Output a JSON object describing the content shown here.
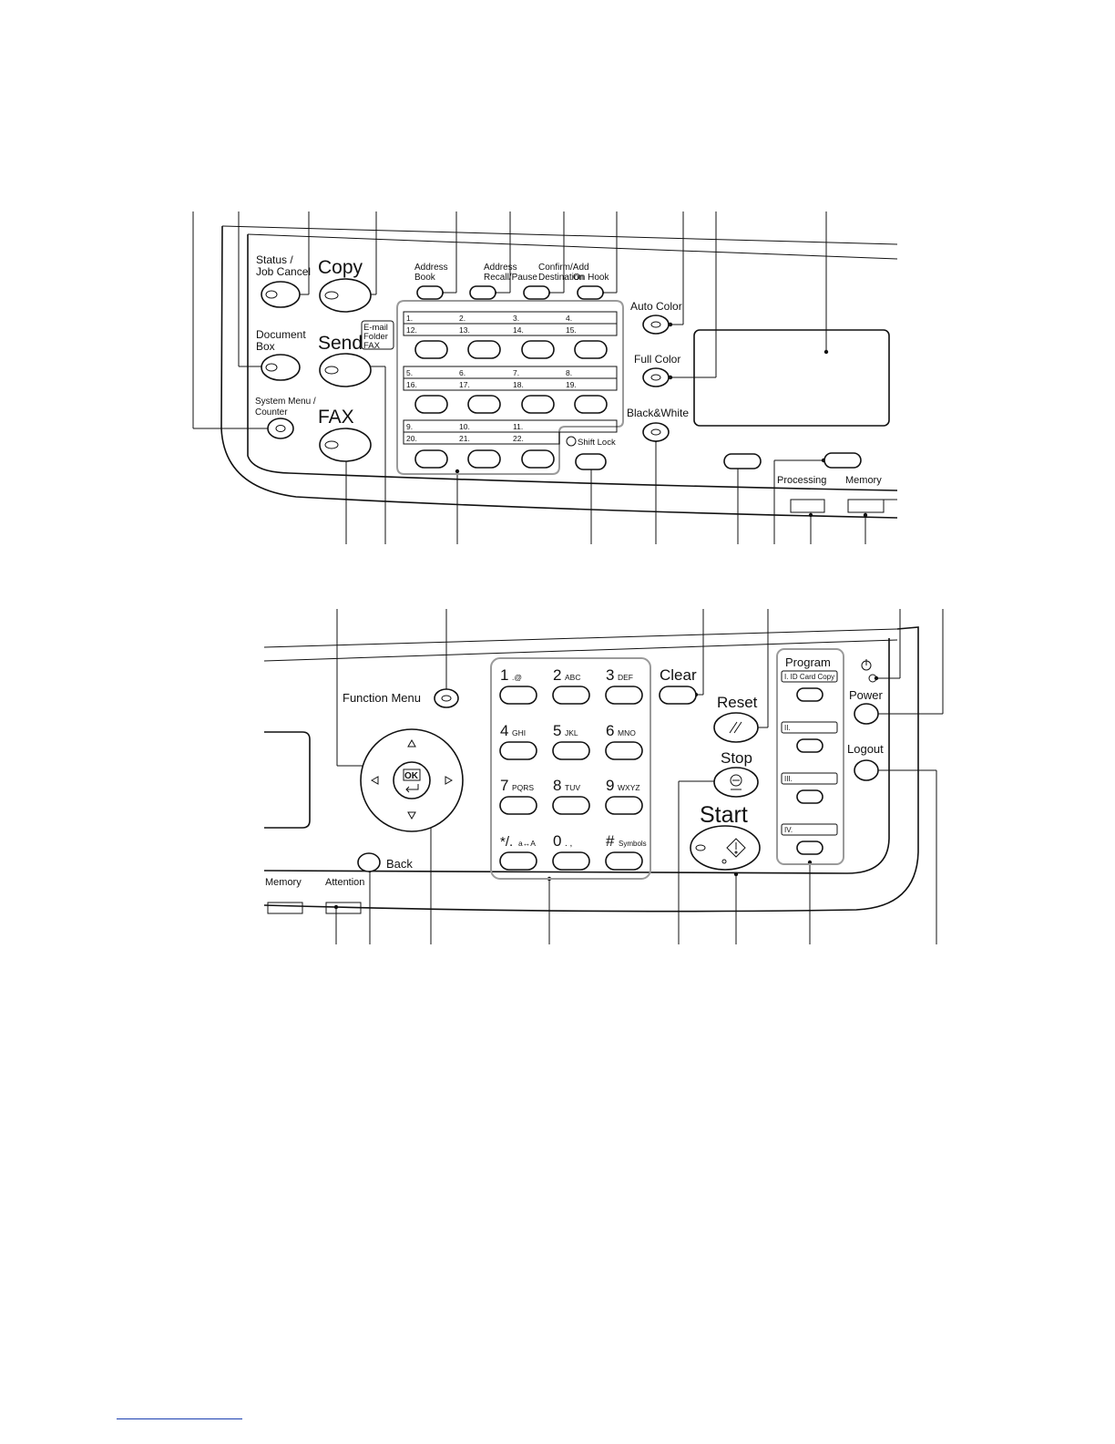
{
  "top_panel": {
    "left_buttons": {
      "status_job_cancel": [
        "Status /",
        "Job Cancel"
      ],
      "document_box": [
        "Document",
        "Box"
      ],
      "system_menu_counter": [
        "System Menu /",
        "Counter"
      ]
    },
    "mode_buttons": {
      "copy": "Copy",
      "send": "Send",
      "send_sub": [
        "E-mail",
        "Folder",
        "FAX"
      ],
      "fax": "FAX"
    },
    "top_row": {
      "address_book": [
        "Address",
        "Book"
      ],
      "address_recall": [
        "Address",
        "Recall/Pause"
      ],
      "confirm_add": [
        "Confirm/Add",
        "Destination"
      ],
      "on_hook": "On Hook"
    },
    "one_touch_rows": [
      {
        "top": [
          "1.",
          "2.",
          "3.",
          "4."
        ],
        "bottom": [
          "12.",
          "13.",
          "14.",
          "15."
        ]
      },
      {
        "top": [
          "5.",
          "6.",
          "7.",
          "8."
        ],
        "bottom": [
          "16.",
          "17.",
          "18.",
          "19."
        ]
      },
      {
        "top": [
          "9.",
          "10.",
          "11."
        ],
        "bottom": [
          "20.",
          "21.",
          "22."
        ]
      }
    ],
    "shift_lock": "Shift Lock",
    "color_buttons": {
      "auto_color": "Auto Color",
      "full_color": "Full Color",
      "black_white": "Black&White"
    },
    "indicators": {
      "processing": "Processing",
      "memory": "Memory"
    }
  },
  "bottom_panel": {
    "function_menu": "Function Menu",
    "ok": "OK",
    "back": "Back",
    "memory": "Memory",
    "attention": "Attention",
    "keypad": [
      {
        "digit": "1",
        "sub": ".@"
      },
      {
        "digit": "2",
        "sub": "ABC"
      },
      {
        "digit": "3",
        "sub": "DEF"
      },
      {
        "digit": "4",
        "sub": "GHI"
      },
      {
        "digit": "5",
        "sub": "JKL"
      },
      {
        "digit": "6",
        "sub": "MNO"
      },
      {
        "digit": "7",
        "sub": "PQRS"
      },
      {
        "digit": "8",
        "sub": "TUV"
      },
      {
        "digit": "9",
        "sub": "WXYZ"
      },
      {
        "digit": "*/.",
        "sub": "a↔A"
      },
      {
        "digit": "0",
        "sub": ". ,"
      },
      {
        "digit": "#",
        "sub": "Symbols"
      }
    ],
    "clear": "Clear",
    "reset": "Reset",
    "stop": "Stop",
    "start": "Start",
    "program": {
      "title": "Program",
      "slots": [
        "I. ID Card Copy",
        "II.",
        "III.",
        "IV."
      ]
    },
    "power": "Power",
    "logout": "Logout"
  }
}
